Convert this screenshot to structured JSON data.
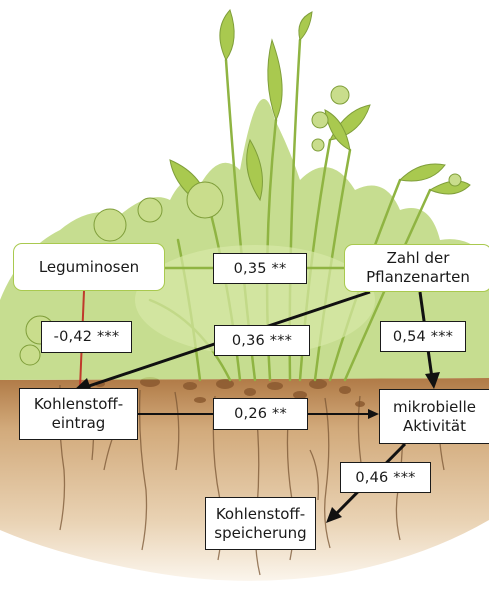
{
  "colors": {
    "green_line": "#8fb442",
    "plant_fill": "#bcd77d",
    "soil": "#c79a67",
    "arrow": "#111111",
    "red_line": "#c0392b"
  },
  "nodes": {
    "leguminosen": "Leguminosen",
    "pflanzenarten": "Zahl der\nPflanzenarten",
    "kohlenstoffeintrag": "Kohlenstoff-\neintrag",
    "aktivitaet": "mikrobielle\nAktivität",
    "speicherung": "Kohlenstoff-\nspeicherung"
  },
  "coefficients": {
    "pflanzen_leguminosen": "0,35 **",
    "leguminosen_eintrag": "-0,42 ***",
    "pflanzen_eintrag": "0,36 ***",
    "pflanzen_aktivitaet": "0,54 ***",
    "eintrag_aktivitaet": "0,26 **",
    "aktivitaet_speicherung": "0,46 ***"
  }
}
